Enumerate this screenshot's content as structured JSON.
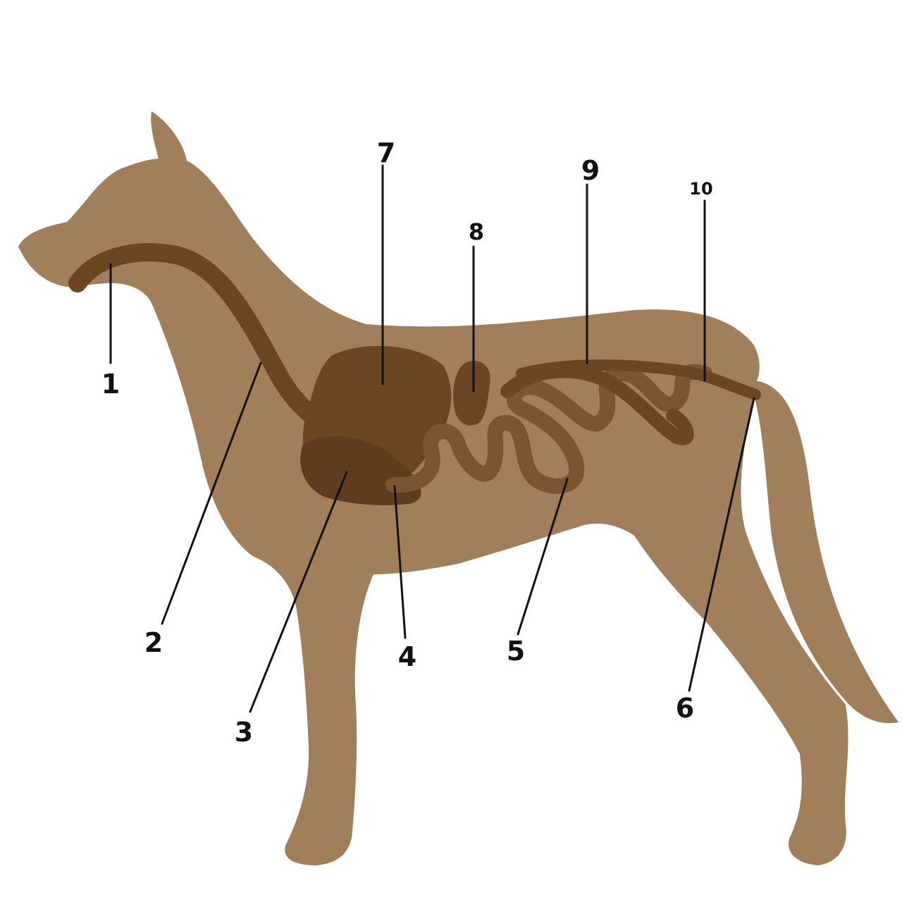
{
  "colors": {
    "background": "#ffffff",
    "body": "#a07f5a",
    "organ_dark": "#6b4623",
    "organ_mid": "#7a5530",
    "line": "#111111"
  },
  "labels": [
    {
      "id": "1",
      "text": "1"
    },
    {
      "id": "2",
      "text": "2"
    },
    {
      "id": "3",
      "text": "3"
    },
    {
      "id": "4",
      "text": "4"
    },
    {
      "id": "5",
      "text": "5"
    },
    {
      "id": "6",
      "text": "6"
    },
    {
      "id": "7",
      "text": "7"
    },
    {
      "id": "8",
      "text": "8"
    },
    {
      "id": "9",
      "text": "9"
    },
    {
      "id": "10",
      "text": "10"
    }
  ]
}
